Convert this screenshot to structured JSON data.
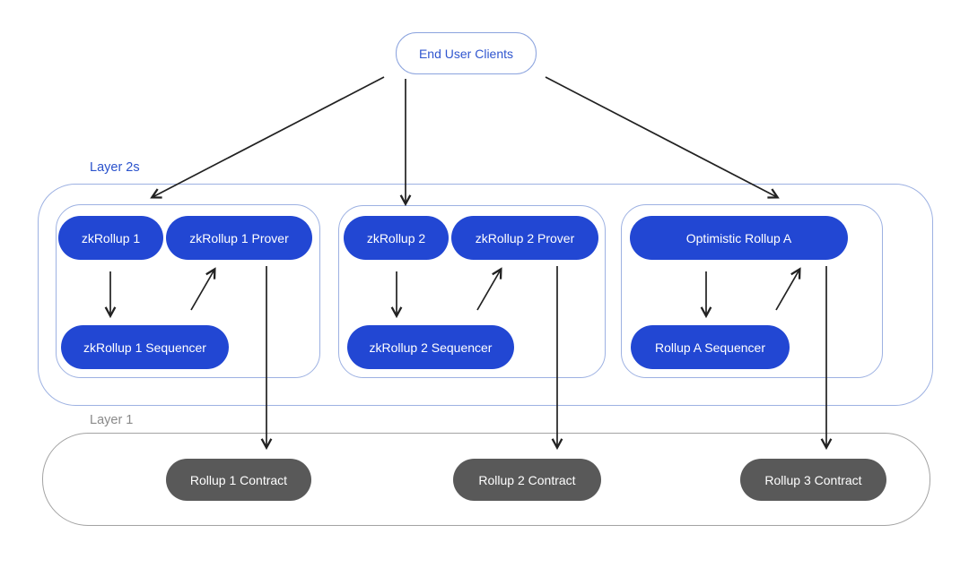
{
  "diagram": {
    "end_user_clients": {
      "label": "End User Clients"
    },
    "layer2": {
      "label": "Layer 2s",
      "groups": [
        {
          "nodes": {
            "main": "zkRollup 1",
            "prover": "zkRollup 1 Prover",
            "sequencer": "zkRollup 1 Sequencer"
          }
        },
        {
          "nodes": {
            "main": "zkRollup 2",
            "prover": "zkRollup 2 Prover",
            "sequencer": "zkRollup 2 Sequencer"
          }
        },
        {
          "nodes": {
            "main": "Optimistic Rollup A",
            "sequencer": "Rollup A Sequencer"
          }
        }
      ]
    },
    "layer1": {
      "label": "Layer 1",
      "contracts": [
        "Rollup 1 Contract",
        "Rollup 2 Contract",
        "Rollup 3 Contract"
      ]
    },
    "colors": {
      "node_blue": "#2247d3",
      "contract_gray": "#595959",
      "container_border": "#9db1e2",
      "layer1_border": "#a3a3a3",
      "label_blue": "#2a52cc",
      "label_gray": "#8a8a8a",
      "arrow": "#212121",
      "bg": "#ffffff"
    }
  }
}
